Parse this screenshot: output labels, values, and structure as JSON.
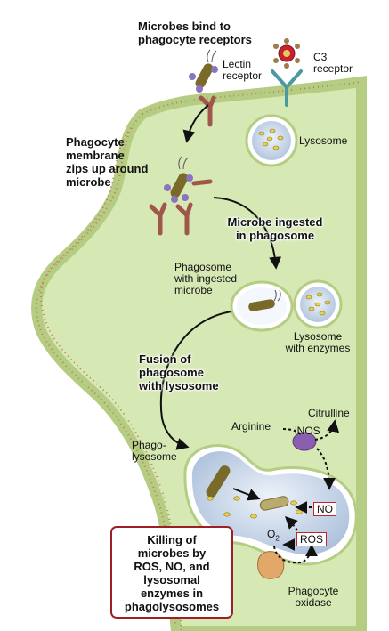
{
  "labels": {
    "step_bind": "Microbes bind to\nphagocyte receptors",
    "lectin_receptor": "Lectin\nreceptor",
    "c3_receptor": "C3\nreceptor",
    "lysosome": "Lysosome",
    "step_zip": "Phagocyte\nmembrane\nzips up around\nmicrobe",
    "step_ingest": "Microbe ingested\nin phagosome",
    "phagosome": "Phagosome\nwith ingested\nmicrobe",
    "lysosome_enzymes": "Lysosome\nwith enzymes",
    "step_fusion": "Fusion of\nphagosome\nwith lysosome",
    "arginine": "Arginine",
    "citrulline": "Citrulline",
    "inos": "iNOS",
    "phagolysosome": "Phago-\nlysosome",
    "no": "NO",
    "ros": "ROS",
    "o2": "O",
    "o2_sub": "2",
    "phagocyte_oxidase": "Phagocyte\noxidase",
    "killing": "Killing of\nmicrobes by\nROS, NO, and\nlysosomal\nenzymes in\nphagolysosomes"
  },
  "colors": {
    "cytoplasm": "#d6e8b4",
    "membrane": "#b5cd82",
    "membrane_dots": "#c9785a",
    "vacuole": "#d7e2f0",
    "microbe": "#7a6a2a",
    "receptor": "#a0564a",
    "enzyme": "#8a5fb0",
    "oxidase": "#e2a86a",
    "highlight_red": "#c8232c"
  }
}
